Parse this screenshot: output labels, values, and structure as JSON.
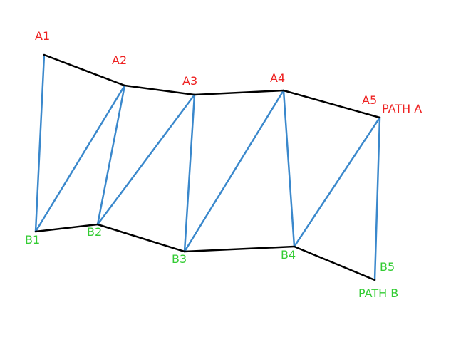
{
  "colors": {
    "path_line": "#000000",
    "connector_line": "#3a88cc",
    "path_a_label": "#ee2222",
    "path_b_label": "#33cc33"
  },
  "path_a": {
    "label": "PATH A",
    "points": [
      "A1",
      "A2",
      "A3",
      "A4",
      "A5"
    ]
  },
  "path_b": {
    "label": "PATH B",
    "points": [
      "B1",
      "B2",
      "B3",
      "B4",
      "B5"
    ]
  },
  "connectors": [
    [
      "A1",
      "B1"
    ],
    [
      "B1",
      "A2"
    ],
    [
      "A2",
      "B2"
    ],
    [
      "B2",
      "A3"
    ],
    [
      "A3",
      "B3"
    ],
    [
      "B3",
      "A4"
    ],
    [
      "A4",
      "B4"
    ],
    [
      "B4",
      "A5"
    ],
    [
      "A5",
      "B5"
    ]
  ]
}
